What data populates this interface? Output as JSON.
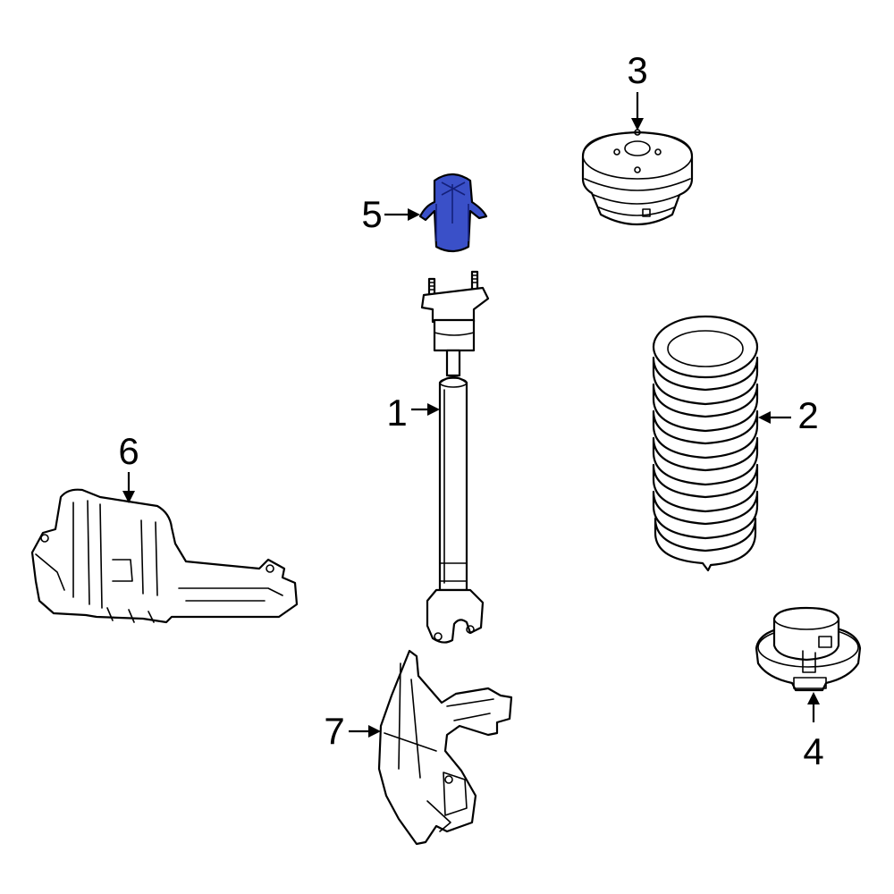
{
  "diagram": {
    "highlight_color": "#3a50c8",
    "callouts": [
      {
        "id": "1",
        "label": "1"
      },
      {
        "id": "2",
        "label": "2"
      },
      {
        "id": "3",
        "label": "3"
      },
      {
        "id": "4",
        "label": "4"
      },
      {
        "id": "5",
        "label": "5"
      },
      {
        "id": "6",
        "label": "6"
      },
      {
        "id": "7",
        "label": "7"
      }
    ],
    "highlighted_part": "5"
  }
}
